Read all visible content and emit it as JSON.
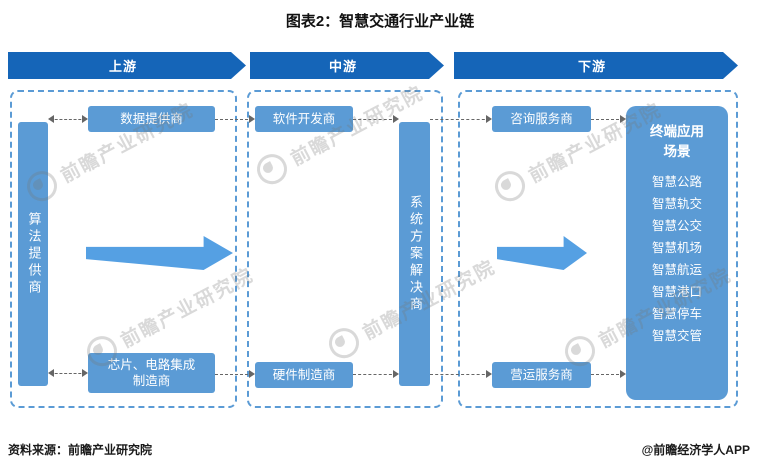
{
  "title": "图表2：智慧交通行业产业链",
  "stages": [
    {
      "label": "上游"
    },
    {
      "label": "中游"
    },
    {
      "label": "下游"
    }
  ],
  "upstream": {
    "vertical_box": "算法提供商",
    "top_box": "数据提供商",
    "bottom_box": "芯片、电路集成制造商"
  },
  "midstream": {
    "top_box": "软件开发商",
    "bottom_box": "硬件制造商",
    "vertical_box": "系统方案解决商"
  },
  "downstream": {
    "top_box": "咨询服务商",
    "bottom_box": "营运服务商",
    "terminal": {
      "title": "终端应用场景",
      "items": [
        "智慧公路",
        "智慧轨交",
        "智慧公交",
        "智慧机场",
        "智慧航运",
        "智慧港口",
        "智慧停车",
        "智慧交管"
      ]
    }
  },
  "watermark": {
    "text": "前瞻产业研究院"
  },
  "footer": {
    "source": "资料来源：前瞻产业研究院",
    "credit": "@前瞻经济学人APP"
  },
  "colors": {
    "header_blue": "#1565b8",
    "box_blue": "#5b9bd5",
    "arrow_blue": "#55a0e3"
  }
}
